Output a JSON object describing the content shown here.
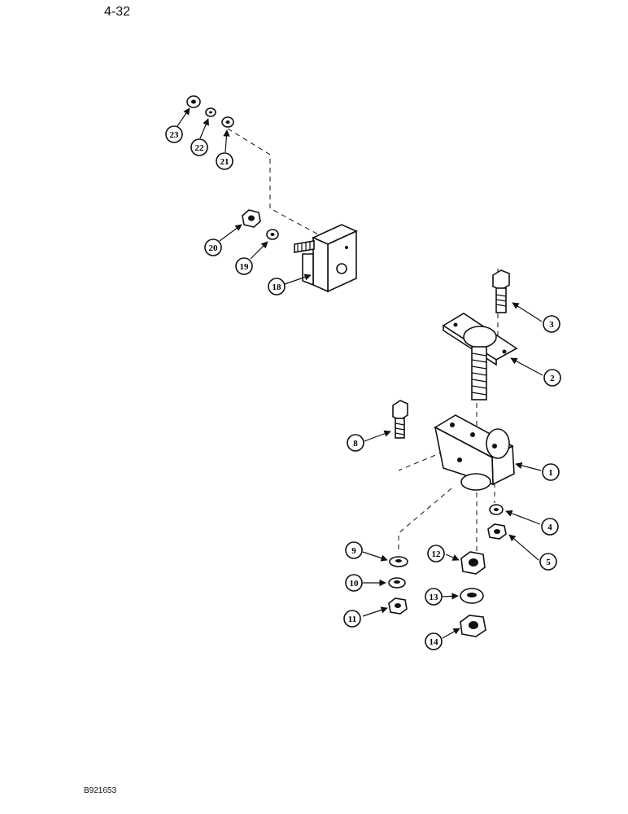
{
  "page_number": "4-32",
  "figure_code": "B921653",
  "callouts": [
    "1",
    "2",
    "3",
    "4",
    "5",
    "8",
    "9",
    "10",
    "11",
    "12",
    "13",
    "14",
    "18",
    "19",
    "20",
    "21",
    "22",
    "23"
  ]
}
